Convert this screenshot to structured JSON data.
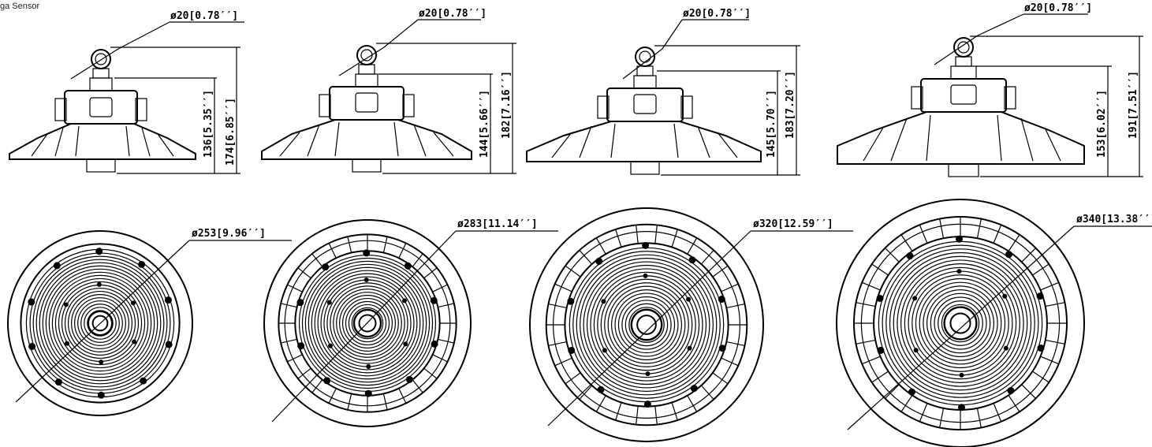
{
  "header": {
    "corner_text": "ga Sensor"
  },
  "side_views": [
    {
      "eye": "ø20[0.78′′]",
      "body_h": "136[5.35′′]",
      "total_h": "174[6.85′′]"
    },
    {
      "eye": "ø20[0.78′′]",
      "body_h": "144[5.66′′]",
      "total_h": "182[7.16′′]"
    },
    {
      "eye": "ø20[0.78′′]",
      "body_h": "145[5.70′′]",
      "total_h": "183[7.20′′]"
    },
    {
      "eye": "ø20[0.78′′]",
      "body_h": "153[6.02′′]",
      "total_h": "191[7.51′′]"
    }
  ],
  "bottom_views": [
    {
      "diameter": "ø253[9.96′′]"
    },
    {
      "diameter": "ø283[11.14′′]"
    },
    {
      "diameter": "ø320[12.59′′]"
    },
    {
      "diameter": "ø340[13.38′′]"
    }
  ]
}
